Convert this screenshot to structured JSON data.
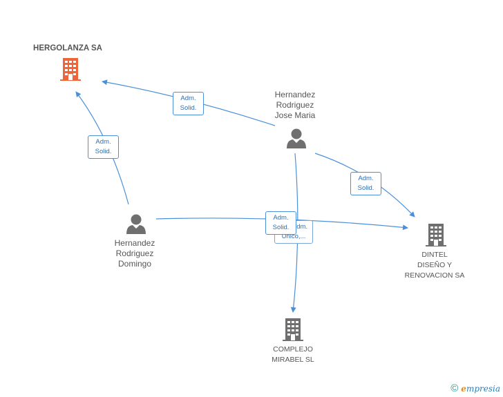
{
  "nodes": {
    "hergolanza": {
      "name": "HERGOLANZA SA"
    },
    "jose_maria": {
      "lines": [
        "Hernandez",
        "Rodriguez",
        "Jose Maria"
      ]
    },
    "domingo": {
      "lines": [
        "Hernandez",
        "Rodriguez",
        "Domingo"
      ]
    },
    "dintel": {
      "lines": [
        "DINTEL",
        "DISEÑO Y",
        "RENOVACION SA"
      ]
    },
    "complejo": {
      "lines": [
        "COMPLEJO",
        "MIRABEL SL"
      ]
    }
  },
  "edges": {
    "jm_hergolanza": [
      "Adm.",
      "Solid."
    ],
    "dom_hergolanza": [
      "Adm.",
      "Solid."
    ],
    "jm_dintel": [
      "Adm.",
      "Solid."
    ],
    "dom_dintel": [
      "Adm.",
      "Solid."
    ],
    "jm_complejo": [
      "Adm.",
      "Unico,..."
    ]
  },
  "footer": {
    "copyright": "©",
    "brand_first": "e",
    "brand_rest": "mpresia"
  },
  "colors": {
    "main_company": "#f0643a",
    "company": "#6f6f6f",
    "person": "#6f6f6f",
    "edge": "#4a90d9"
  }
}
